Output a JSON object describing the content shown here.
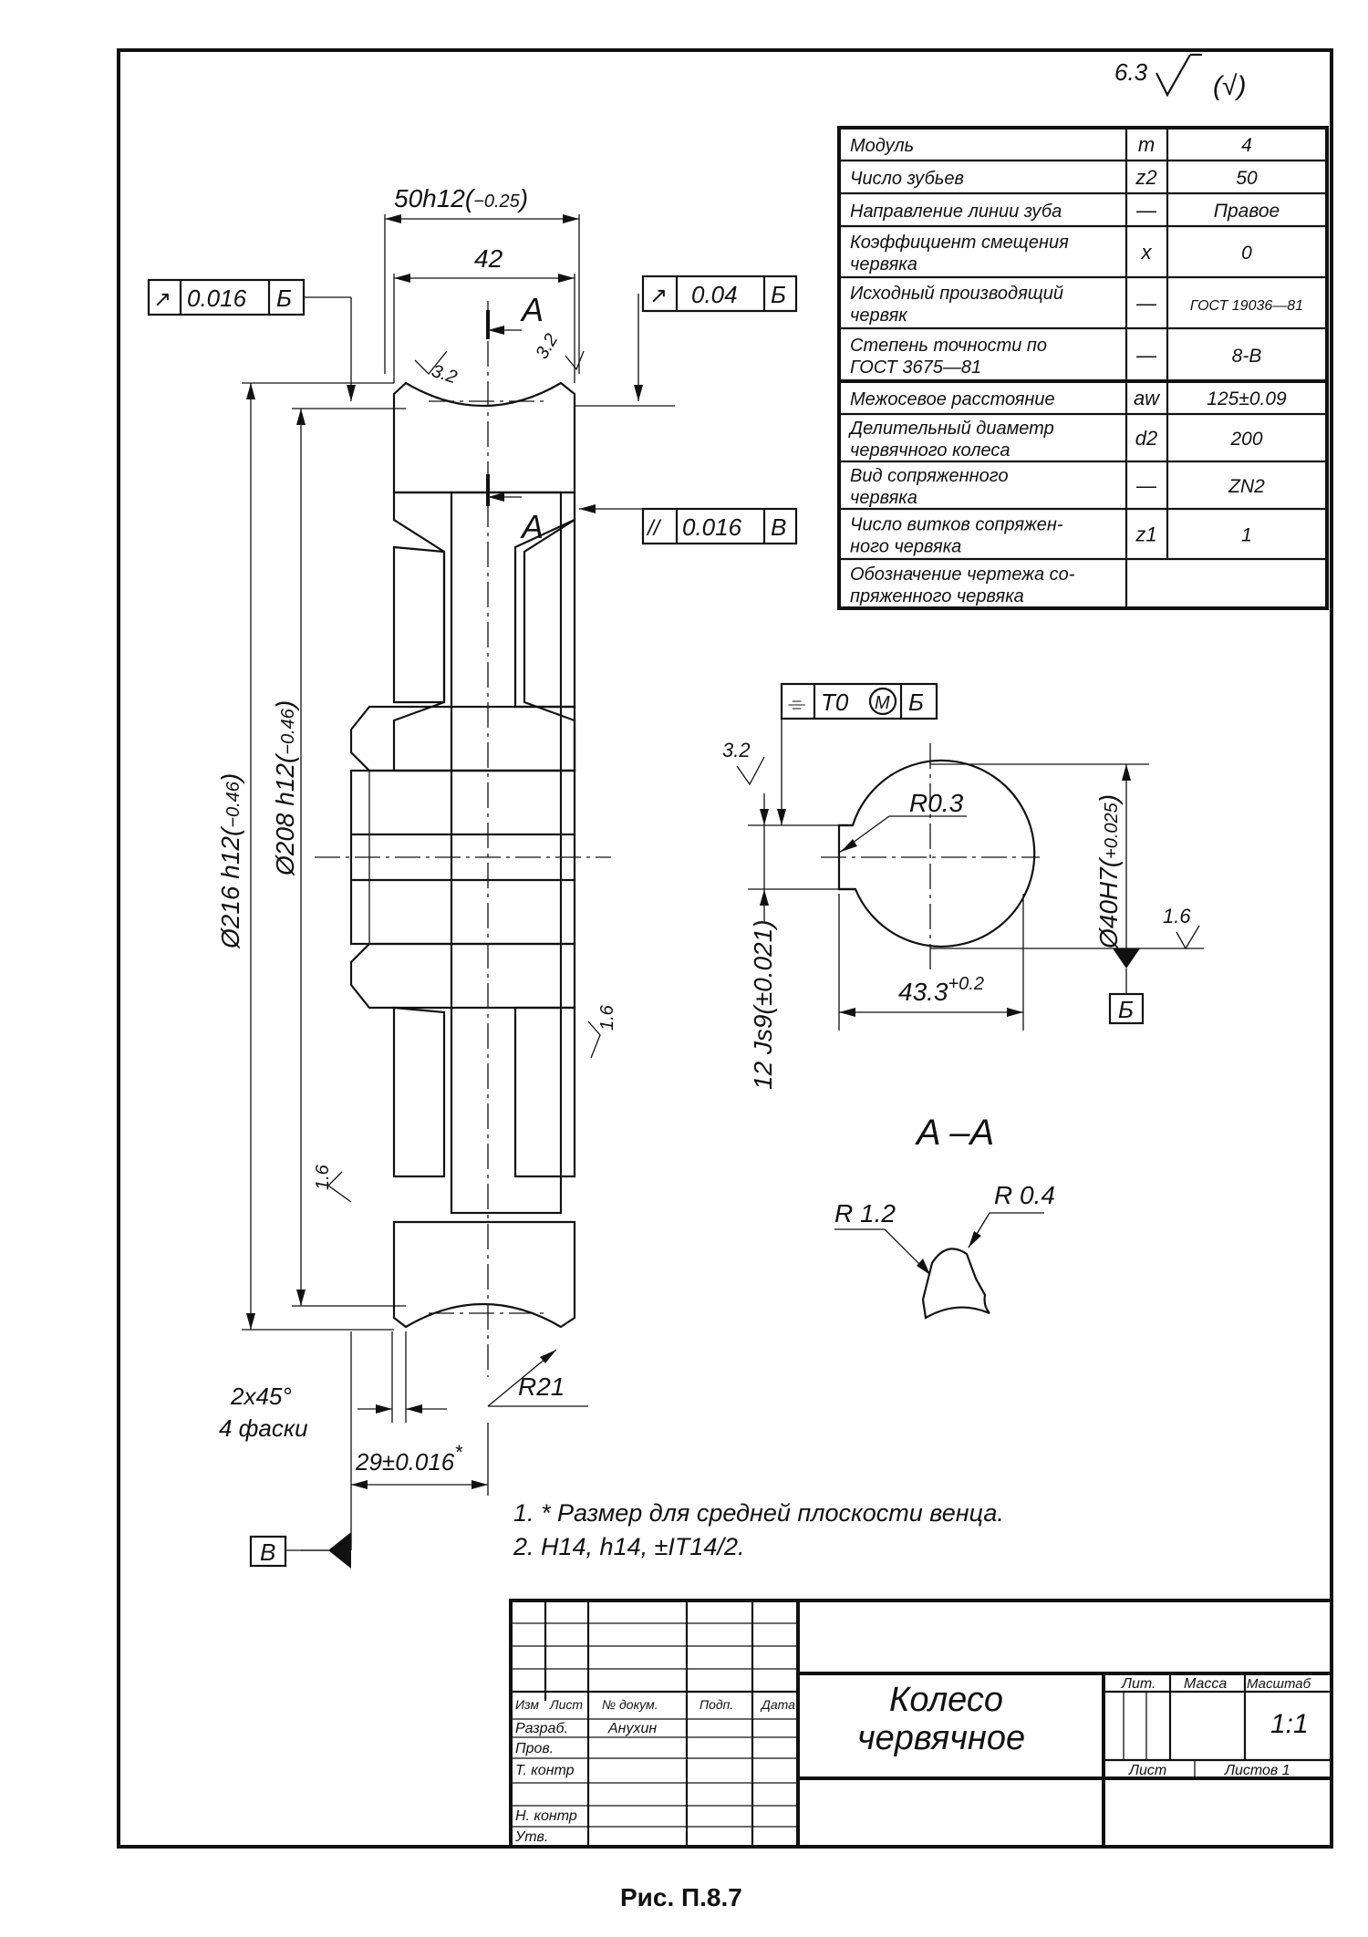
{
  "roughness": {
    "general": "6.3",
    "other": "(√)"
  },
  "params": [
    {
      "name": "Модуль",
      "sym": "m",
      "val": "4"
    },
    {
      "name": "Число зубьев",
      "sym": "z2",
      "val": "50"
    },
    {
      "name": "Направление линии зуба",
      "sym": "—",
      "val": "Правое"
    },
    {
      "name": "Коэффициент смещения",
      "name2": "червяка",
      "sym": "x",
      "val": "0"
    },
    {
      "name": "Исходный производящий",
      "name2": "червяк",
      "sym": "—",
      "val": "ГОСТ 19036—81"
    },
    {
      "name": "Степень точности по",
      "name2": "ГОСТ 3675—81",
      "sym": "—",
      "val": "8-В"
    },
    {
      "name": "Межосевое расстояние",
      "sym": "aw",
      "val": "125±0.09"
    },
    {
      "name": "Делительный диаметр",
      "name2": "червячного колеса",
      "sym": "d2",
      "val": "200"
    },
    {
      "name": "Вид сопряженного",
      "name2": "червяка",
      "sym": "—",
      "val": "ZN2"
    },
    {
      "name": "Число витков сопряжен-",
      "name2": "ного червяка",
      "sym": "z1",
      "val": "1"
    },
    {
      "name": "Обозначение чертежа со-",
      "name2": "пряженного червяка",
      "sym": "",
      "val": ""
    }
  ],
  "dims": {
    "width_total": "50h12(",
    "width_total_tol": "−0.25",
    "width_total_close": ")",
    "rim_width": "42",
    "dia_outer": "Ø216 h12(",
    "dia_outer_tol": "−0.46",
    "dia_outer_close": ")",
    "dia_throat": "Ø208 h12(",
    "dia_throat_tol": "−0.46",
    "dia_throat_close": ")",
    "ra_32a": "3.2",
    "ra_32b": "3.2",
    "ra_16a": "1.6",
    "ra_16b": "1.6",
    "section_a_top": "A",
    "section_a_bottom": "A",
    "radius_throat": "R21",
    "chamfer": "2x45°",
    "chamfer_count": "4 фаски",
    "hub_offset": "29±0.016",
    "hub_offset_star": "*",
    "datum_v": "В"
  },
  "tolerances": {
    "runout_left_sym": "↗",
    "runout_left_val": "0.016",
    "runout_left_datum": "Б",
    "runout_right_sym": "↗",
    "runout_right_val": "0.04",
    "runout_right_datum": "Б",
    "parallel_sym": "//",
    "parallel_val": "0.016",
    "parallel_datum": "В",
    "symmetry_sym": "⌯",
    "symmetry_val": "T0",
    "symmetry_mod": "M",
    "symmetry_datum": "Б"
  },
  "keyway": {
    "ra": "3.2",
    "radius": "R0.3",
    "bore": "Ø40H7(",
    "bore_tol": "+0.025",
    "bore_close": ")",
    "bore_ra": "1.6",
    "width": "12 Js9(±0.021)",
    "depth": "43.3",
    "depth_tol": "+0.2",
    "datum_b": "Б"
  },
  "section": {
    "title": "A –A",
    "r_left": "R 1.2",
    "r_right": "R 0.4"
  },
  "notes": [
    "1.  * Размер для средней плоскости венца.",
    "2.  H14,  h14,  ±IT14/2."
  ],
  "title_block": {
    "name_line1": "Колесо",
    "name_line2": "червячное",
    "col_izm": "Изм",
    "col_list": "Лист",
    "col_doc": "№ докум.",
    "col_sign": "Подп.",
    "col_date": "Дата",
    "razrab": "Разраб.",
    "razrab_name": "Анухин",
    "prov": "Пров.",
    "tkontr": "Т. контр",
    "nkontr": "Н. контр",
    "utv": "Утв.",
    "lit": "Лит.",
    "massa": "Масса",
    "scale_label": "Масштаб",
    "scale": "1:1",
    "sheet": "Лист",
    "sheets": "Листов  1"
  },
  "caption": "Рис. П.8.7"
}
